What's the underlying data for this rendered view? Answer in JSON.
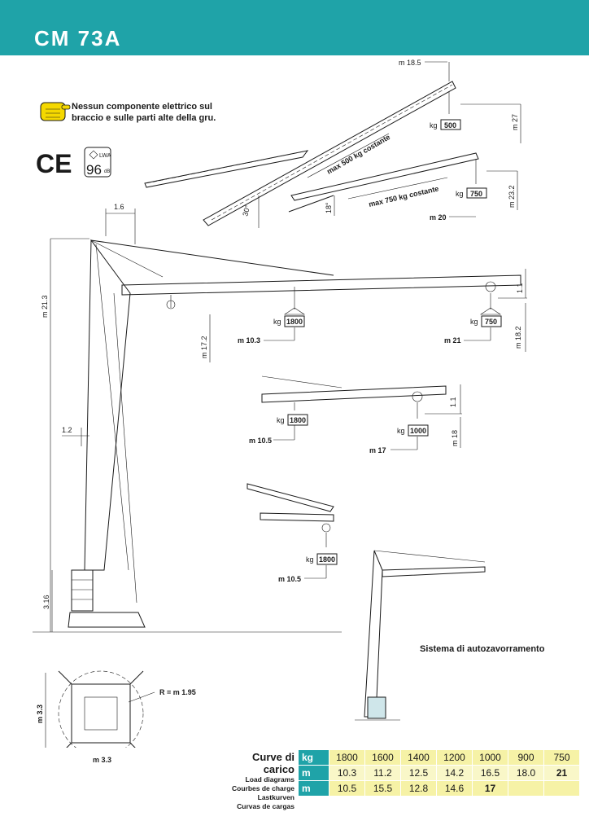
{
  "header": {
    "title": "CM 73A",
    "bg": "#1fa3a8"
  },
  "notice": {
    "icon": "pointing-hand-icon",
    "line1": "Nessun componente elettrico sul",
    "line2": "braccio e sulle parti alte della gru."
  },
  "marks": {
    "ce": "CE",
    "lwa_label": "LWA",
    "lwa_value": "96",
    "db": "dB"
  },
  "diagram1": {
    "top_reach": "m 18.5",
    "top_load_unit": "kg",
    "top_load": "500",
    "top_height": "m 27",
    "top_label": "max 500 kg costante",
    "angle": "30°",
    "mid_load_unit": "kg",
    "mid_load": "750",
    "mid_height": "m 23.2",
    "mid_label": "max 750 kg costante",
    "mid_angle": "18°",
    "mid_reach": "m 20"
  },
  "main_crane": {
    "tower_top_offset": "1.6",
    "height": "m 21.3",
    "inner_load_unit": "kg",
    "inner_load": "1800",
    "inner_reach": "m 10.3",
    "inner_height": "m 17.2",
    "tip_load_unit": "kg",
    "tip_load": "750",
    "tip_reach": "m 21",
    "tip_drop": "1.1",
    "tip_height": "m 18.2",
    "base_offset": "1.2",
    "ballast_height": "3.16"
  },
  "diagram2": {
    "inner_load_unit": "kg",
    "inner_load": "1800",
    "inner_reach": "m 10.5",
    "tip_load_unit": "kg",
    "tip_load": "1000",
    "tip_reach": "m 17",
    "tip_drop": "1.1",
    "tip_height": "m 18"
  },
  "diagram3": {
    "load_unit": "kg",
    "load": "1800",
    "reach": "m 10.5"
  },
  "base": {
    "radius": "R = m 1.95",
    "side_v": "m 3.3",
    "side_h": "m 3.3"
  },
  "ballast_system": {
    "label": "Sistema di autozavorramento"
  },
  "load_chart": {
    "title": "Curve di carico",
    "subtitles": [
      "Load diagrams",
      "Courbes de charge",
      "Lastkurven",
      "Curvas de cargas"
    ],
    "rows": [
      {
        "unit": "kg",
        "values": [
          "1800",
          "1600",
          "1400",
          "1200",
          "1000",
          "900",
          "750"
        ]
      },
      {
        "unit": "m",
        "values": [
          "10.3",
          "11.2",
          "12.5",
          "14.2",
          "16.5",
          "18.0",
          "21"
        ]
      },
      {
        "unit": "m",
        "values": [
          "10.5",
          "15.5",
          "12.8",
          "14.6",
          "17",
          "",
          ""
        ]
      }
    ]
  }
}
